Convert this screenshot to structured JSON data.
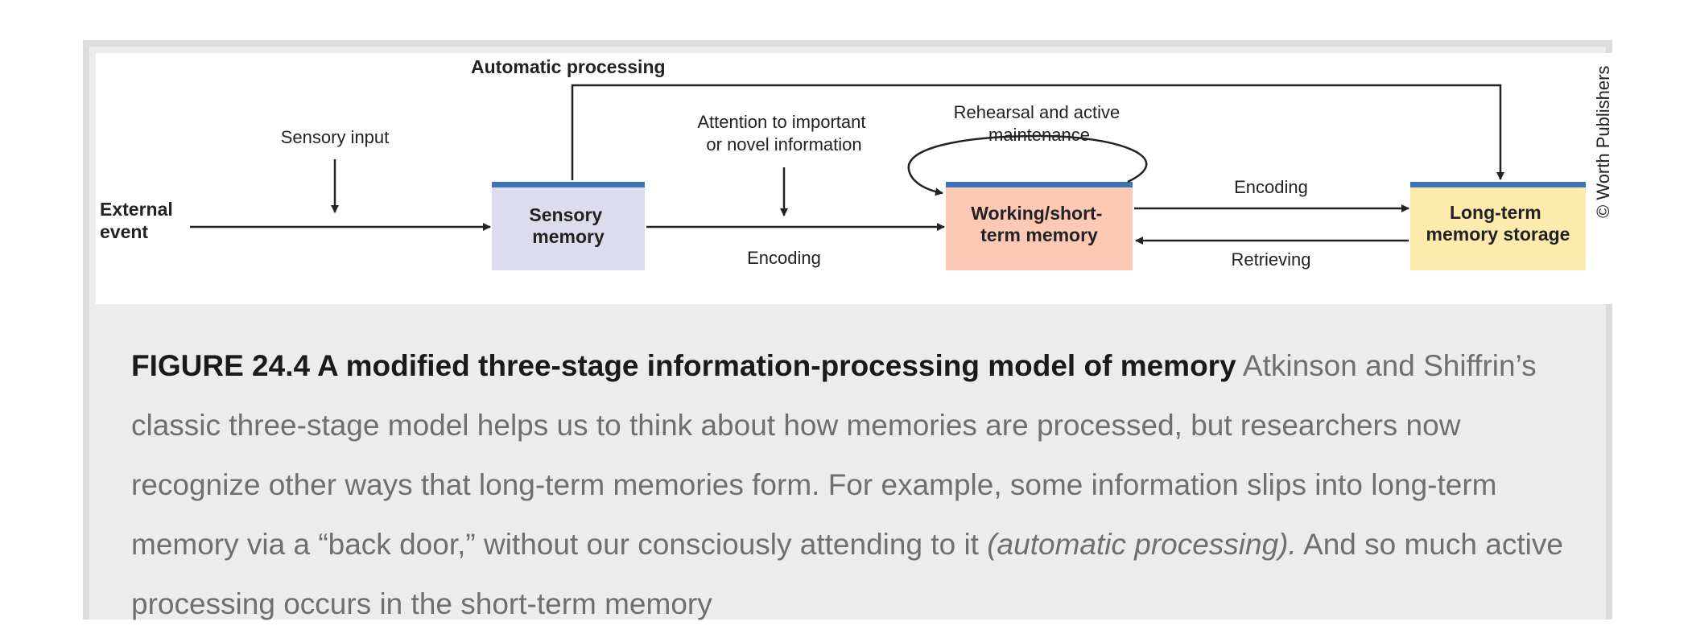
{
  "diagram": {
    "nodes": {
      "external_event": [
        "External",
        "event"
      ],
      "sensory_memory": [
        "Sensory",
        "memory"
      ],
      "working_memory": [
        "Working/short-",
        "term memory"
      ],
      "long_term": [
        "Long-term",
        "memory storage"
      ]
    },
    "labels": {
      "automatic_processing": "Automatic processing",
      "sensory_input": "Sensory input",
      "attention": [
        "Attention to important",
        "or novel information"
      ],
      "encoding_bottom": "Encoding",
      "rehearsal": [
        "Rehearsal and active",
        "maintenance"
      ],
      "encoding_top": "Encoding",
      "retrieving": "Retrieving"
    },
    "credit": "© Worth Publishers",
    "colors": {
      "sensory_fill": "#dcdcee",
      "working_fill": "#fdc9b5",
      "longterm_fill": "#fdeaad",
      "box_topbar": "#3d74b7",
      "line": "#222222"
    }
  },
  "caption": {
    "title": "FIGURE 24.4 A modified three-stage information-processing model of memory",
    "text_1": " Atkinson and Shiffrin’s classic three-stage model helps us to think about how memories are processed, but researchers now recognize other ways that long-term memories form. For example, some information slips into long-term memory via a “back door,” without our consciously attending to it ",
    "italic": "(automatic processing).",
    "text_2": " And so much active processing occurs in the short-term memory"
  }
}
